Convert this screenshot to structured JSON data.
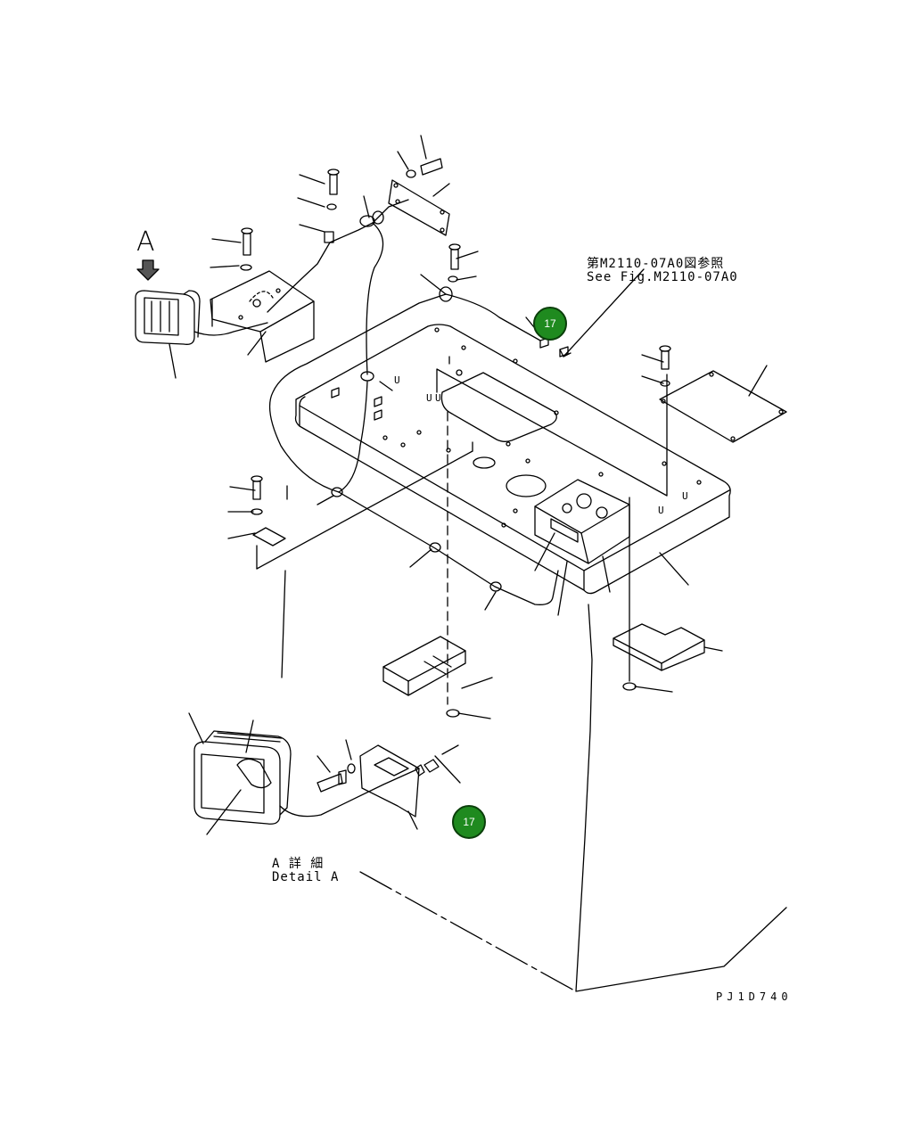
{
  "labels": {
    "view_letter": "A",
    "ref_jp": "第M2110-07A0図参照",
    "ref_en": "See Fig.M2110-07A0",
    "detail_jp": "A 詳 細",
    "detail_en": "Detail A",
    "drawing_code": "PJ1D740"
  },
  "callouts": [
    {
      "label": "17"
    },
    {
      "label": "17"
    }
  ],
  "colors": {
    "callout_fill": "#1f8a1f",
    "callout_text": "#ffffff",
    "line": "#000000"
  }
}
